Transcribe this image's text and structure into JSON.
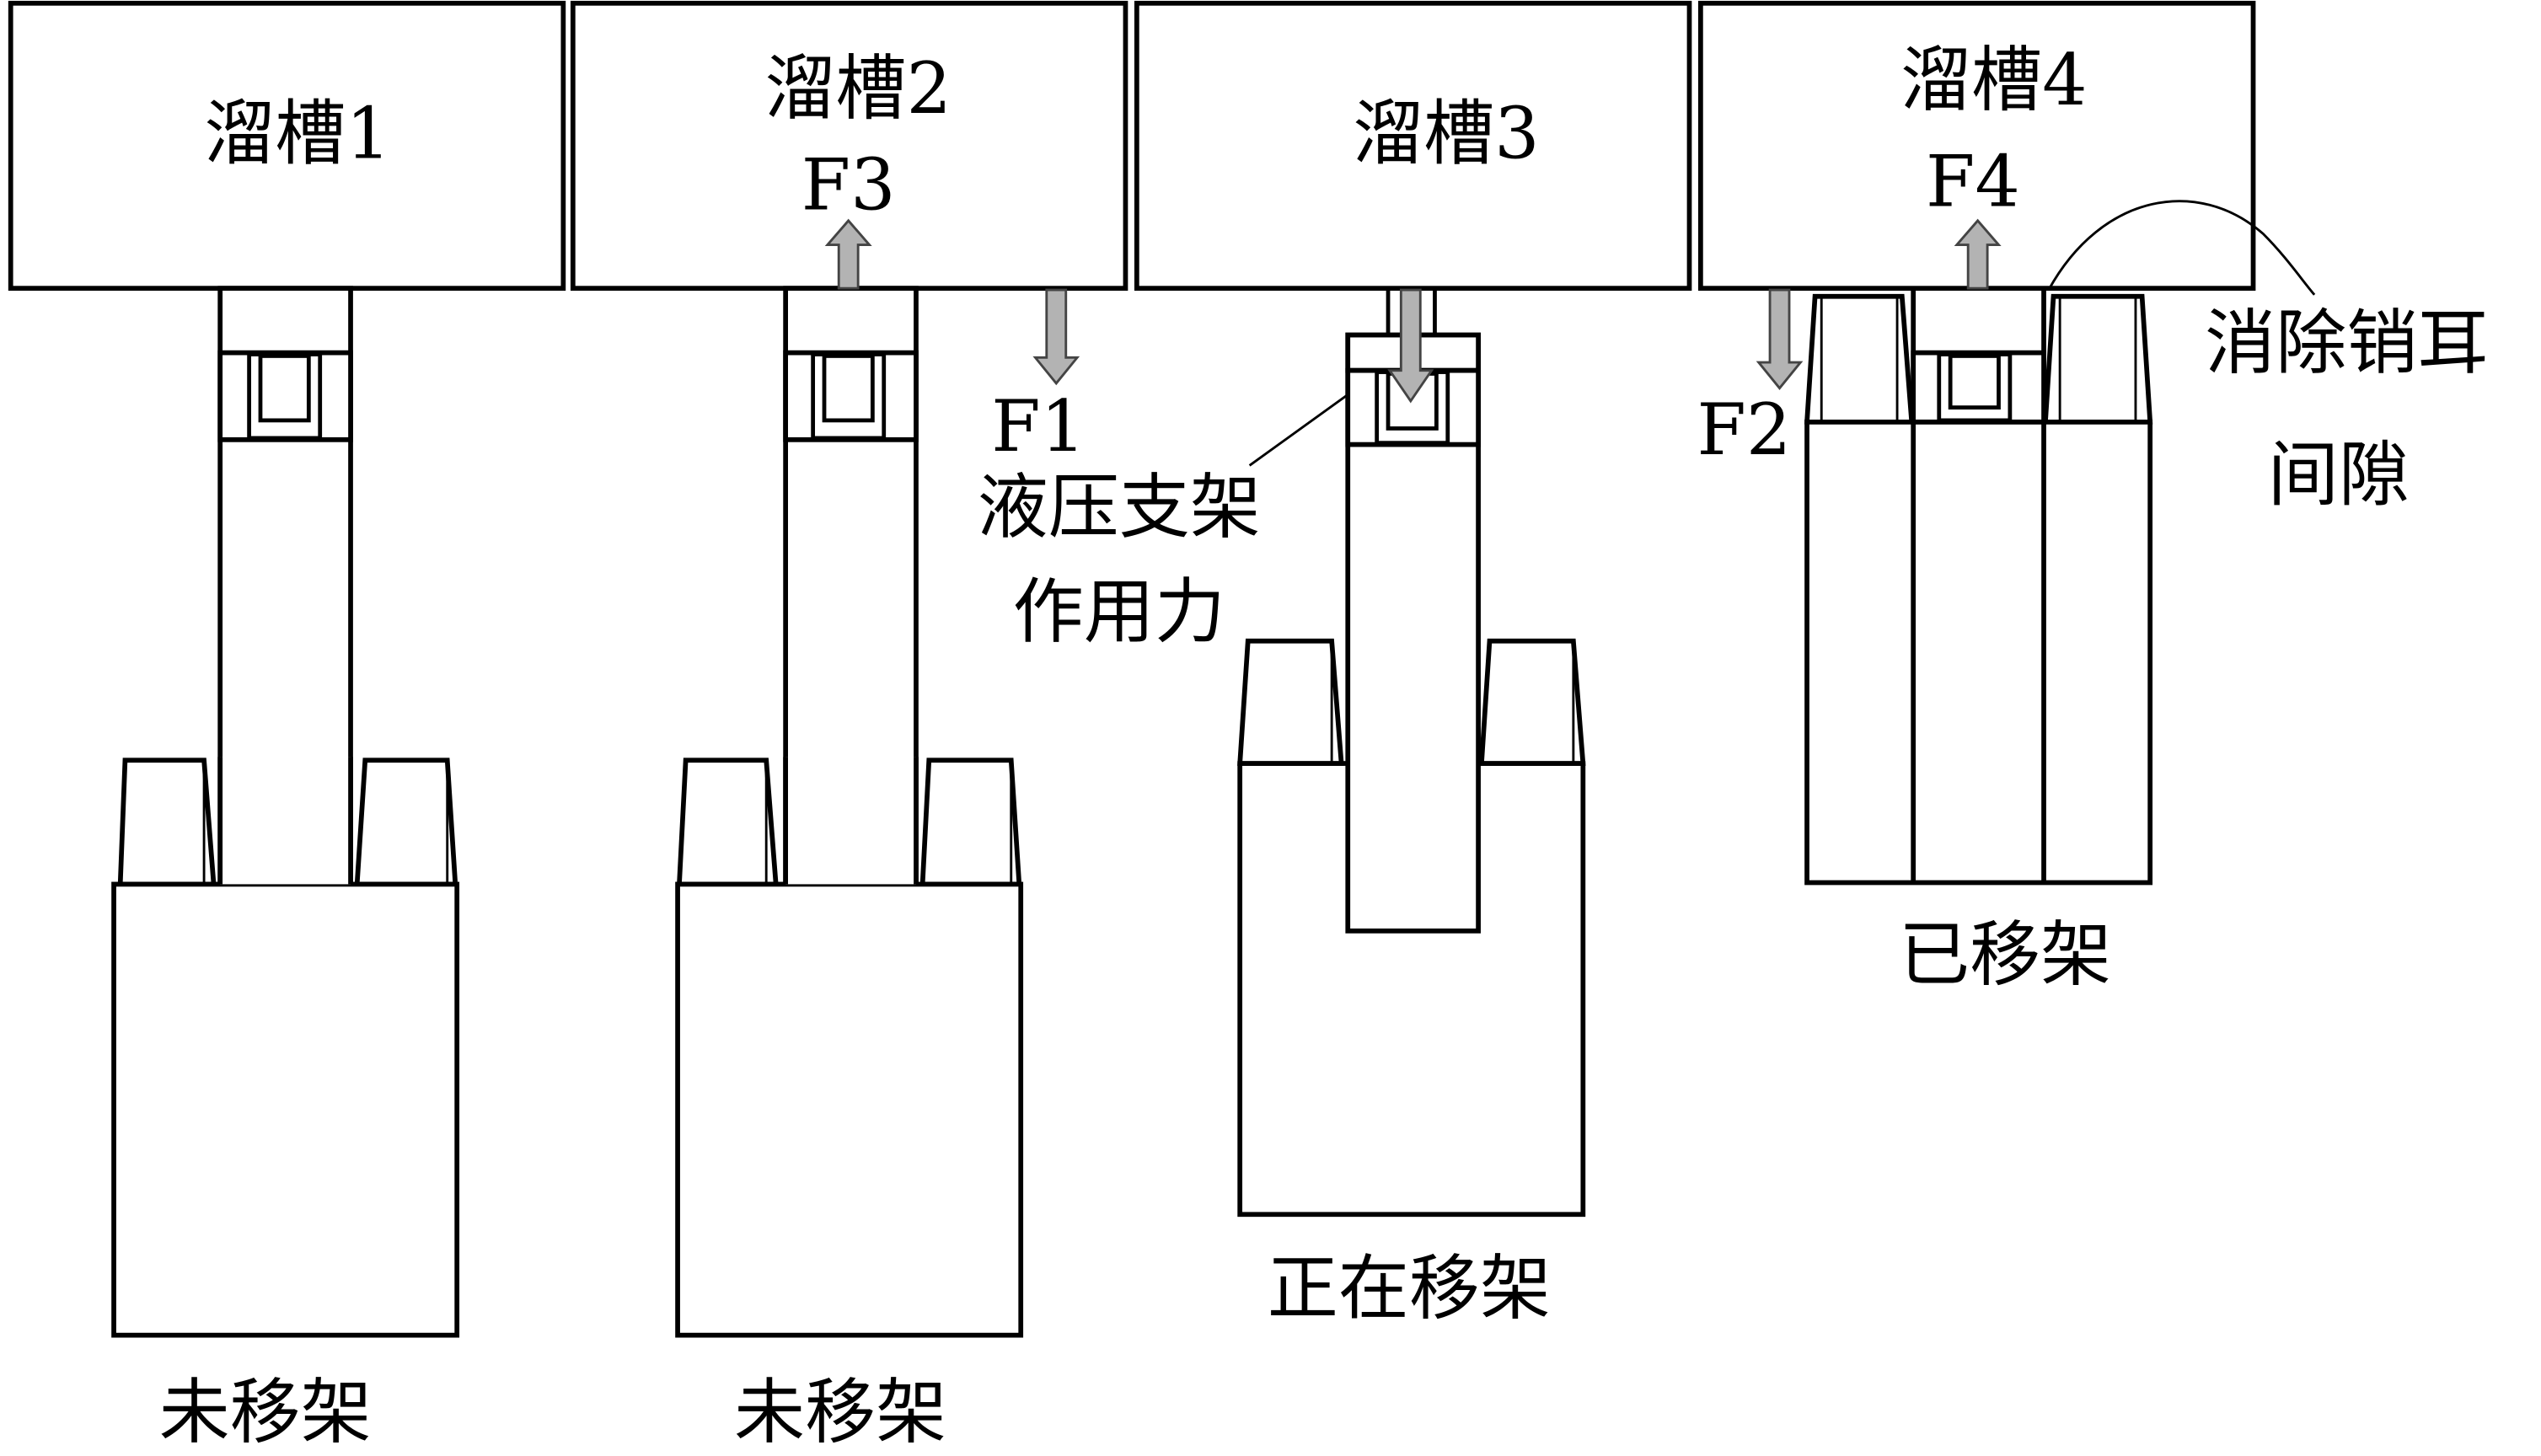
{
  "chutes": [
    {
      "label": "溜槽1",
      "force": ""
    },
    {
      "label": "溜槽2",
      "force": "F3"
    },
    {
      "label": "溜槽3",
      "force": ""
    },
    {
      "label": "溜槽4",
      "force": "F4"
    }
  ],
  "forces": {
    "f1": "F1",
    "f2": "F2"
  },
  "annotations": {
    "support_force_line1": "液压支架",
    "support_force_line2": "作用力",
    "clearance_line1": "消除销耳",
    "clearance_line2": "间隙"
  },
  "status_labels": {
    "support1": "未移架",
    "support2": "未移架",
    "support3": "正在移架",
    "support4": "已移架"
  },
  "colors": {
    "line": "#000000",
    "arrow_fill": "#b3b3b3"
  }
}
